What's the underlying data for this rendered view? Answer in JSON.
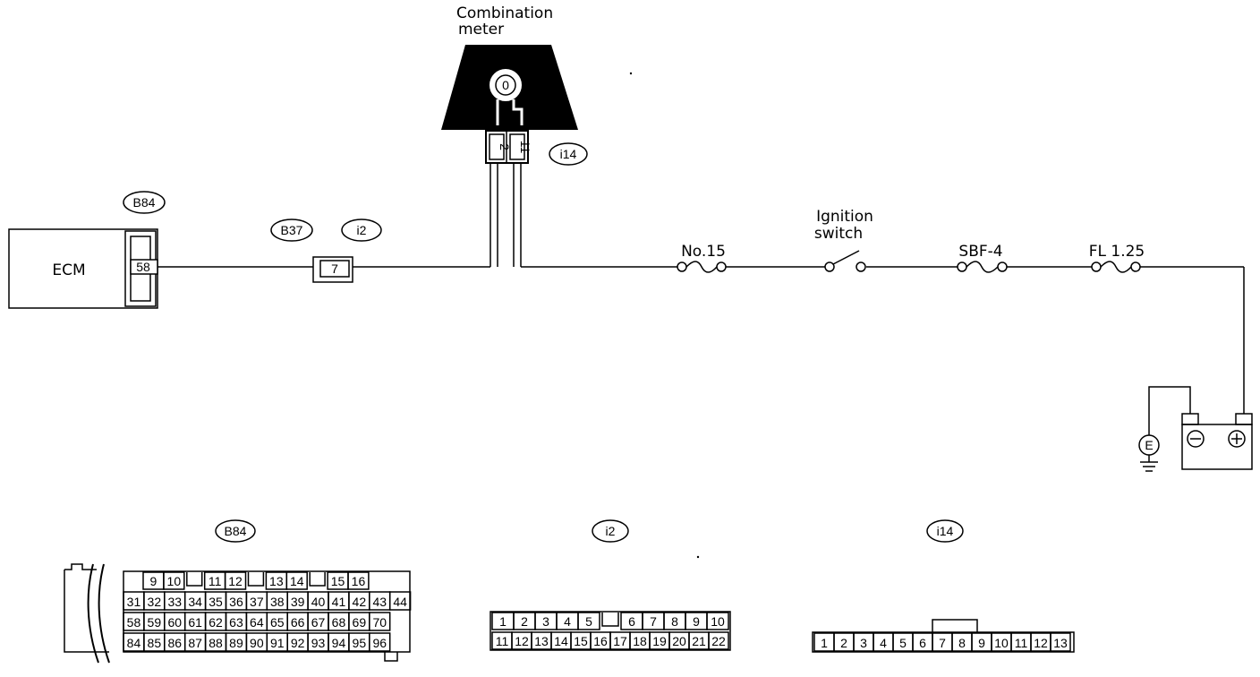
{
  "labels": {
    "combination_meter_line1": "Combination",
    "combination_meter_line2": "meter",
    "ecm": "ECM",
    "ignition_line1": "Ignition",
    "ignition_line2": "switch",
    "fuse_no15": "No.15",
    "fuse_sbf4": "SBF-4",
    "fuse_fl125": "FL 1.25",
    "ground": "E",
    "meter_symbol": "0"
  },
  "connectors": {
    "b84": "B84",
    "b37": "B37",
    "i2": "i2",
    "i14": "i14"
  },
  "pins": {
    "ecm_pin": "58",
    "i2_pin": "7",
    "i14_pin_a": "2",
    "i14_pin_b": "11"
  },
  "battery": {
    "minus": "⊖",
    "plus": "⊕"
  },
  "views": {
    "b84_title": "B84",
    "i2_title": "i2",
    "i14_title": "i14",
    "b84_row1": [
      "9",
      "10",
      "",
      "11",
      "12",
      "",
      "13",
      "14",
      "",
      "15",
      "16"
    ],
    "b84_row2": [
      "31",
      "32",
      "33",
      "34",
      "35",
      "36",
      "37",
      "38",
      "39",
      "40",
      "41",
      "42",
      "43",
      "44"
    ],
    "b84_row3": [
      "58",
      "59",
      "60",
      "61",
      "62",
      "63",
      "64",
      "65",
      "66",
      "67",
      "68",
      "69",
      "70"
    ],
    "b84_row4": [
      "84",
      "85",
      "86",
      "87",
      "88",
      "89",
      "90",
      "91",
      "92",
      "93",
      "94",
      "95",
      "96"
    ],
    "i2_row1": [
      "1",
      "2",
      "3",
      "4",
      "5",
      "",
      "6",
      "7",
      "8",
      "9",
      "10"
    ],
    "i2_row2": [
      "11",
      "12",
      "13",
      "14",
      "15",
      "16",
      "17",
      "18",
      "19",
      "20",
      "21",
      "22"
    ],
    "i14_row": [
      "1",
      "2",
      "3",
      "4",
      "5",
      "6",
      "7",
      "8",
      "9",
      "10",
      "11",
      "12",
      "13"
    ]
  }
}
